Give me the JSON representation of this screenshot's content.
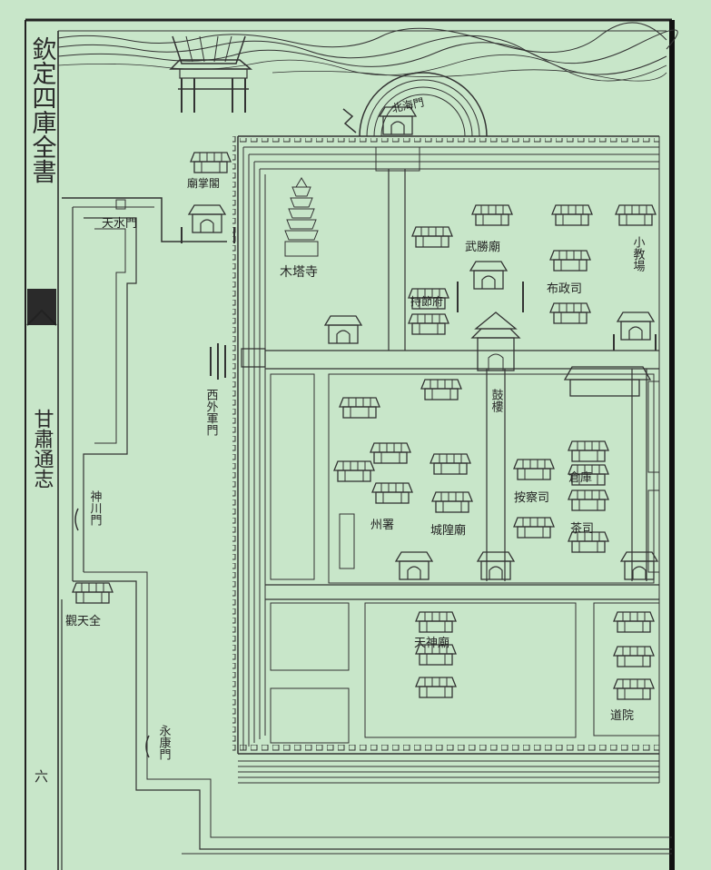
{
  "margin_title": "欽定四庫全書",
  "margin_book": "甘肅通志",
  "margin_page": "六",
  "labels": {
    "north_gate": "北海門",
    "tianshui_gate": "天水門",
    "temple_left": "廟掌閣",
    "mu_pagoda": "木塔寺",
    "xiwai_gate": "西外軍門",
    "shenchuan_gate": "神川門",
    "guantian": "觀天全",
    "yongkang_gate": "永康門",
    "wu_temple": "武勝廟",
    "xiao_jiaochang": "小教場",
    "buzheng_si": "布政司",
    "jiesheng": "持節府",
    "gulou": "鼓樓",
    "anjia_si": "按察司",
    "zhou_shu": "州署",
    "cheng_temple": "城隍廟",
    "cangku": "倉庫",
    "cha_si": "茶司",
    "tianshen": "天神廟",
    "daoyuan": "道院"
  },
  "colors": {
    "bg": "#c8e6c9",
    "ink": "#333333"
  }
}
